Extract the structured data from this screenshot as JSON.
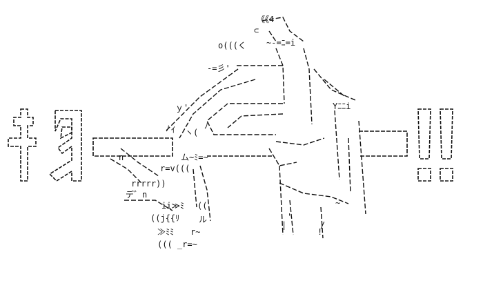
{
  "art": {
    "title_letters": [
      "キ",
      "タ",
      "ー",
      "ー",
      "!!"
    ],
    "ink_color": "#111111",
    "background_color": "#ffffff",
    "fragments": [
      "《《4",
      "⊂",
      "~-=ﾆ=i",
      "o(((く",
      "-=彡'",
      "ｙ'",
      "ﾉ",
      "ﾉ",
      "ｲ",
      "ヽ(",
      "Yﾆﾆi",
      "n",
      "r=v(((",
      "ム~ﾐ=~",
      "rrrrr))",
      "デ゛n",
      "ii≫ﾐ",
      "((j{{ﾘ",
      "≫ﾐ",
      "ﾐ",
      "r~",
      "((( _r=~",
      "ル",
      "((",
      "~",
      "'",
      "/",
      "|",
      "!"
    ]
  }
}
